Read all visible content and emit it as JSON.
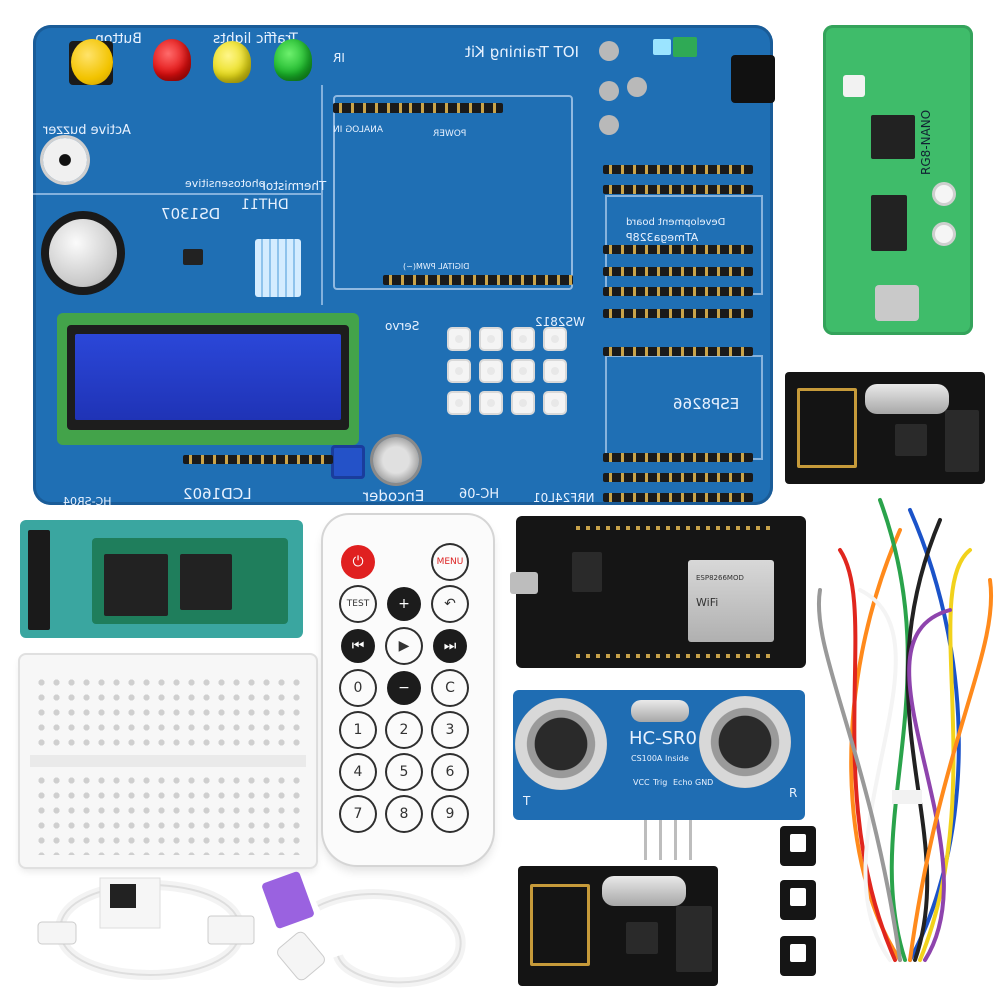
{
  "board": {
    "title": "IOT Training Kit",
    "labels": {
      "button": "Button",
      "traffic": "Traffic lights",
      "ir": "IR",
      "buzzer": "Active buzzer",
      "thermistor": "Thermistor",
      "photo": "photosensitive",
      "dht": "DHT11",
      "rtc": "DS1307",
      "atmega": "ATmega328P",
      "devboard": "Development board",
      "servo": "Servo",
      "ws": "WS2812",
      "esp": "ESP8266",
      "lcd": "LCD1602",
      "encoder": "Encoder",
      "hc06": "HC-06",
      "nrf": "NRF24L01",
      "hcsr": "HC-SR04",
      "power": "POWER",
      "analog": "ANALOG IN",
      "digital": "DIGITAL PWM(~)"
    }
  },
  "nano": {
    "label": "RG8-NANO"
  },
  "remote": {
    "power": "⏻",
    "menu": "MENU",
    "test": "TEST",
    "plus": "+",
    "back": "↶",
    "prev": "⏮",
    "play": "▶",
    "next": "⏭",
    "zero": "0",
    "minus": "−",
    "c": "C",
    "nums": [
      "1",
      "2",
      "3",
      "4",
      "5",
      "6",
      "7",
      "8",
      "9"
    ]
  },
  "esp": {
    "wifi": "WiFi",
    "model": "ESP8266MOD"
  },
  "hcsr": {
    "label": "HC-SR0",
    "sub": "CS100A Inside",
    "pins": [
      "VCC",
      "Trig",
      "Echo",
      "GND"
    ],
    "t": "T",
    "r": "R"
  },
  "colors": {
    "board": "#1f6fb4",
    "nano": "#3fbc6a",
    "lcd": "#2b47d8"
  }
}
